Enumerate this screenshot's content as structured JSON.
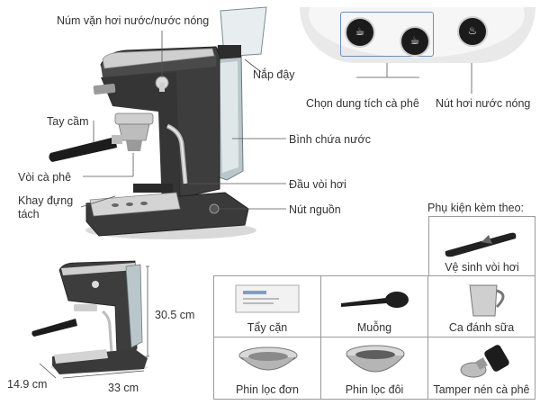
{
  "labels": {
    "steam_knob": "Núm vặn hơi nước/nước nóng",
    "lid": "Nắp đậy",
    "handle": "Tay cầm",
    "water_tank": "Bình chứa nước",
    "coffee_spout": "Vòi cà phê",
    "steam_wand": "Đầu vòi hơi",
    "drip_tray": "Khay đựng tách",
    "power_button": "Nút nguồn",
    "cup_volume": "Chọn dung tích cà phê",
    "steam_button": "Nút hơi nước nóng"
  },
  "dimensions": {
    "height": "30.5 cm",
    "width": "33 cm",
    "depth": "14.9 cm"
  },
  "accessories": {
    "title": "Phụ kiện kèm theo:",
    "items": [
      {
        "name": "Vệ sinh vòi hơi",
        "icon": "nozzle-cleaner-icon"
      },
      {
        "name": "Tẩy cặn",
        "icon": "descaler-packet-icon"
      },
      {
        "name": "Muỗng",
        "icon": "measuring-spoon-icon"
      },
      {
        "name": "Ca đánh sữa",
        "icon": "milk-jug-icon"
      },
      {
        "name": "Phin lọc đơn",
        "icon": "single-filter-icon"
      },
      {
        "name": "Phin lọc đôi",
        "icon": "double-filter-icon"
      },
      {
        "name": "Tamper nén cà phê",
        "icon": "tamper-icon"
      }
    ]
  },
  "panel": {
    "buttons": [
      {
        "icon": "single-cup-icon",
        "glyph": "☕"
      },
      {
        "icon": "double-cup-icon",
        "glyph": "☕"
      },
      {
        "icon": "steam-icon",
        "glyph": "♨"
      }
    ]
  },
  "colors": {
    "machine_body": "#3b3b3b",
    "chrome": "#c8c8c8",
    "tank": "#9fb3b8",
    "highlight_box": "#6f8fbf"
  }
}
